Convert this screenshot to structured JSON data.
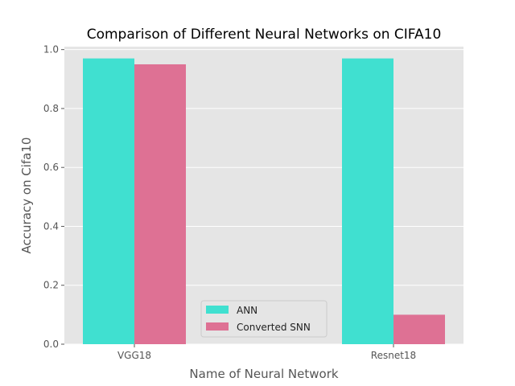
{
  "chart_data": {
    "type": "bar",
    "title": "Comparison of Different Neural Networks on CIFA10",
    "xlabel": "Name of Neural Network",
    "ylabel": "Accuracy on Cifa10",
    "categories": [
      "VGG18",
      "Resnet18"
    ],
    "series": [
      {
        "name": "ANN",
        "values": [
          0.97,
          0.97
        ],
        "color": "#40E0D0"
      },
      {
        "name": "Converted SNN",
        "values": [
          0.95,
          0.1
        ],
        "color": "#DE7194"
      }
    ],
    "ylim": [
      0,
      1.0
    ],
    "yticks": [
      "0.0",
      "0.2",
      "0.4",
      "0.6",
      "0.8",
      "1.0"
    ],
    "grid": true,
    "legend_position": "lower-center",
    "background_color": "#E5E5E5"
  }
}
